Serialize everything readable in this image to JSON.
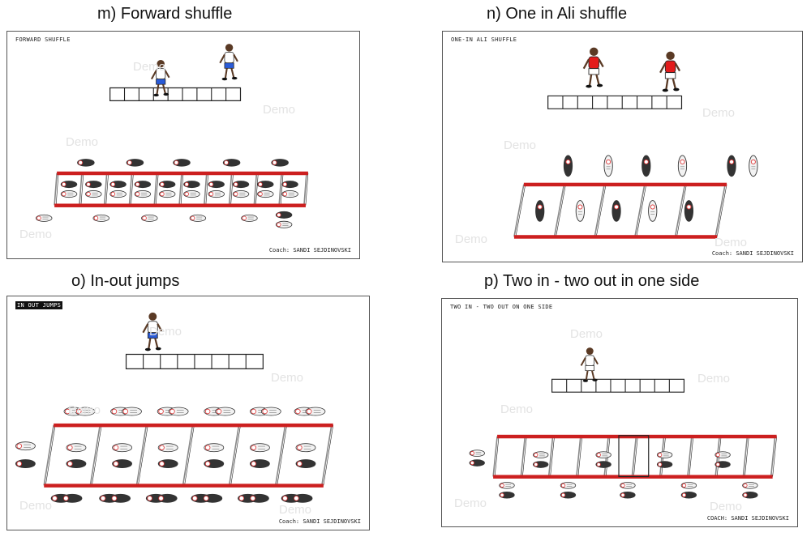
{
  "panels": [
    {
      "heading": "m) Forward shuffle",
      "label": "FORWARD SHUFFLE",
      "coach": "Coach: SANDI SEJDINOVSKI",
      "watermark": "Demo"
    },
    {
      "heading": "n) One in Ali shuffle",
      "label": "ONE-IN ALI SHUFFLE",
      "coach": "Coach: SANDI SEJDINOVSKI",
      "watermark": "Demo"
    },
    {
      "heading": "o) In-out jumps",
      "label": "IN OUT JUMPS",
      "coach": "Coach: SANDI SEJDINOVSKI",
      "watermark": "Demo"
    },
    {
      "heading": "p) Two in - two out in one side",
      "label": "TWO IN - TWO OUT ON ONE SIDE",
      "coach": "COACH: SANDI SEJDINOVSKI",
      "watermark": "Demo"
    }
  ],
  "colors": {
    "ladder_rail": "#cc1f1f",
    "jersey_red": "#e31b1b",
    "shorts_blue": "#2a5bd7",
    "shoe_dark": "#333333",
    "shoe_light": "#f2f2f2",
    "frame": "#555555",
    "watermark": "#e3e3e3"
  }
}
